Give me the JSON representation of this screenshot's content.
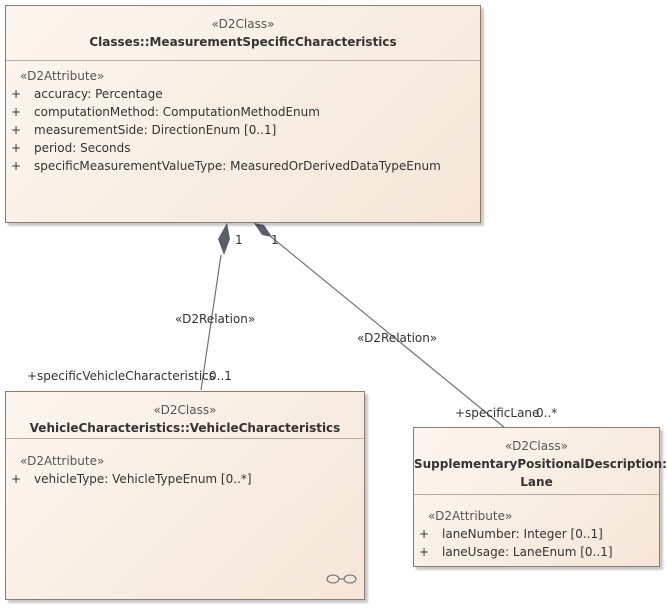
{
  "classes": {
    "msc": {
      "stereotype": "«D2Class»",
      "name": "Classes::MeasurementSpecificCharacteristics",
      "attr_stereotype": "«D2Attribute»",
      "attributes": [
        {
          "vis": "+",
          "text": "accuracy: Percentage"
        },
        {
          "vis": "+",
          "text": "computationMethod: ComputationMethodEnum"
        },
        {
          "vis": "+",
          "text": "measurementSide: DirectionEnum [0..1]"
        },
        {
          "vis": "+",
          "text": "period: Seconds"
        },
        {
          "vis": "+",
          "text": "specificMeasurementValueType: MeasuredOrDerivedDataTypeEnum"
        }
      ]
    },
    "vc": {
      "stereotype": "«D2Class»",
      "name": "VehicleCharacteristics::VehicleCharacteristics",
      "attr_stereotype": "«D2Attribute»",
      "attributes": [
        {
          "vis": "+",
          "text": "vehicleType: VehicleTypeEnum [0..*]"
        }
      ]
    },
    "lane": {
      "stereotype": "«D2Class»",
      "name_line1": "SupplementaryPositionalDescription::",
      "name_line2": "Lane",
      "attr_stereotype": "«D2Attribute»",
      "attributes": [
        {
          "vis": "+",
          "text": "laneNumber: Integer [0..1]"
        },
        {
          "vis": "+",
          "text": "laneUsage: LaneEnum [0..1]"
        }
      ]
    }
  },
  "relations": {
    "r1": {
      "stereotype": "«D2Relation»",
      "source_mult": "1",
      "target_role": "+specificVehicleCharacteristics",
      "target_mult": "0..1"
    },
    "r2": {
      "stereotype": "«D2Relation»",
      "source_mult": "1",
      "target_role": "+specificLane",
      "target_mult": "0..*"
    }
  },
  "colors": {
    "border": "#8c7b6e",
    "fill_light": "#fdf6ef",
    "fill_dark": "#f5e6d8",
    "line": "#6b7280",
    "diamond": "#5a5f6a"
  }
}
